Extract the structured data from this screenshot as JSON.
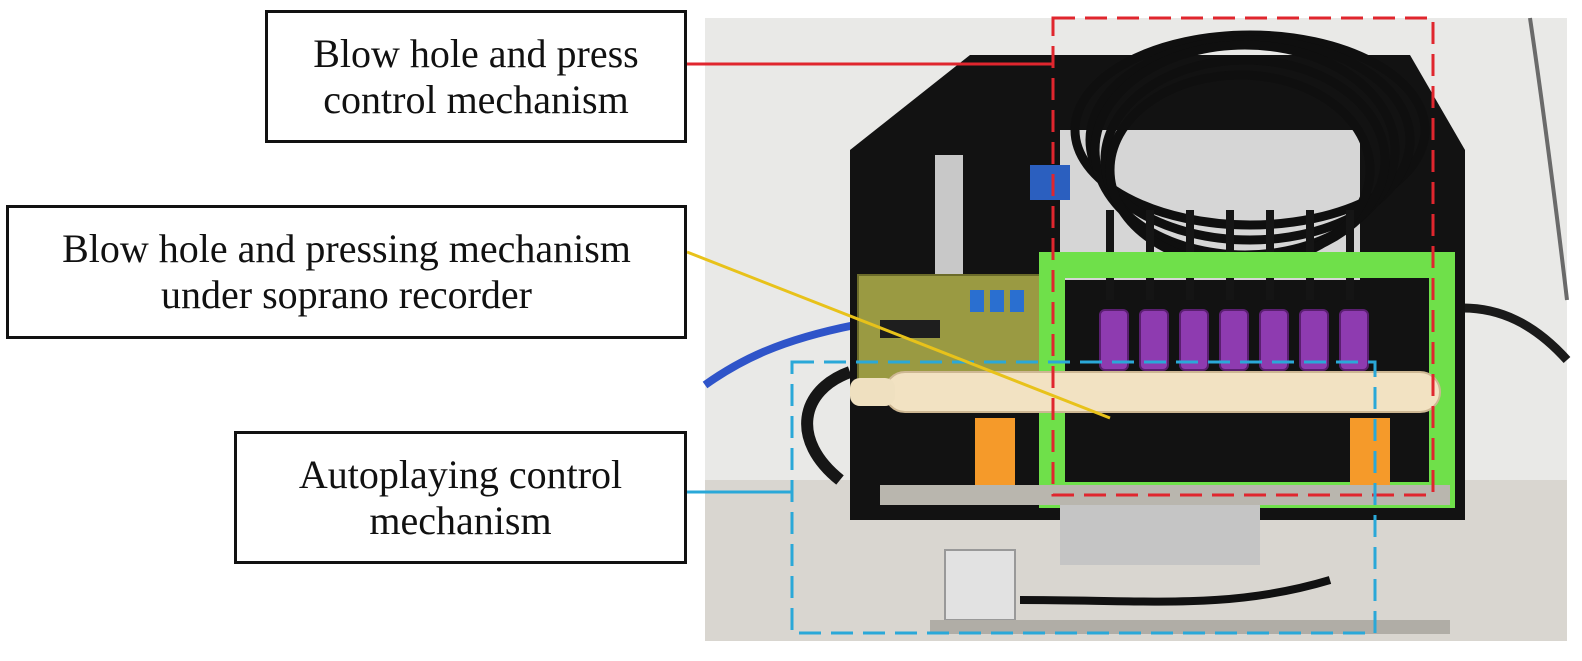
{
  "labels": [
    {
      "line1": "Blow hole and press",
      "line2": "control mechanism"
    },
    {
      "line1": "Blow hole and pressing mechanism",
      "line2": "under soprano recorder"
    },
    {
      "line1": "Autoplaying control",
      "line2": "mechanism"
    }
  ],
  "colors": {
    "red_highlight": "#e0262e",
    "cyan_highlight": "#2aa8d8",
    "yellow_pointer": "#e8c21a",
    "green_frame": "#6fe04a",
    "purple_solenoid": "#8e3bb0",
    "pcb": "#9a9a42",
    "tube": "#f2e2c2",
    "orange_support": "#f59a2a"
  }
}
